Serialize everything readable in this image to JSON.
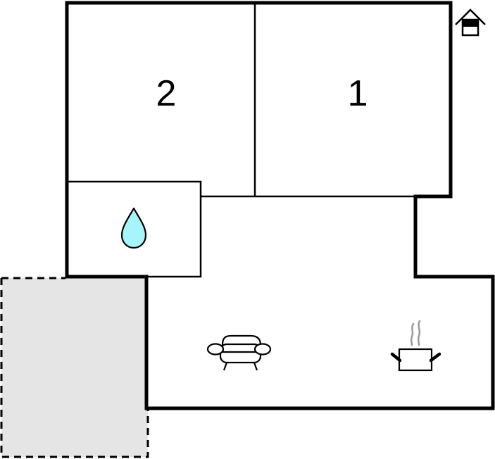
{
  "floorplan": {
    "rooms": [
      {
        "id": "bedroom-2",
        "label": "2",
        "type": "bedroom"
      },
      {
        "id": "bedroom-1",
        "label": "1",
        "type": "bedroom"
      },
      {
        "id": "bathroom",
        "label": "",
        "type": "bathroom",
        "icon": "water-drop-icon"
      },
      {
        "id": "living-area",
        "label": "",
        "type": "living-room",
        "icons": [
          "sofa-icon",
          "cooking-pot-icon"
        ]
      },
      {
        "id": "terrace",
        "label": "",
        "type": "terrace",
        "style": "dashed-gray"
      }
    ],
    "legend_icon": "house-floor-icon",
    "colors": {
      "wall": "#000000",
      "terrace_fill": "#e5e5e5",
      "water_drop": "#a8f4fb",
      "steam": "#9a9a9a"
    }
  }
}
